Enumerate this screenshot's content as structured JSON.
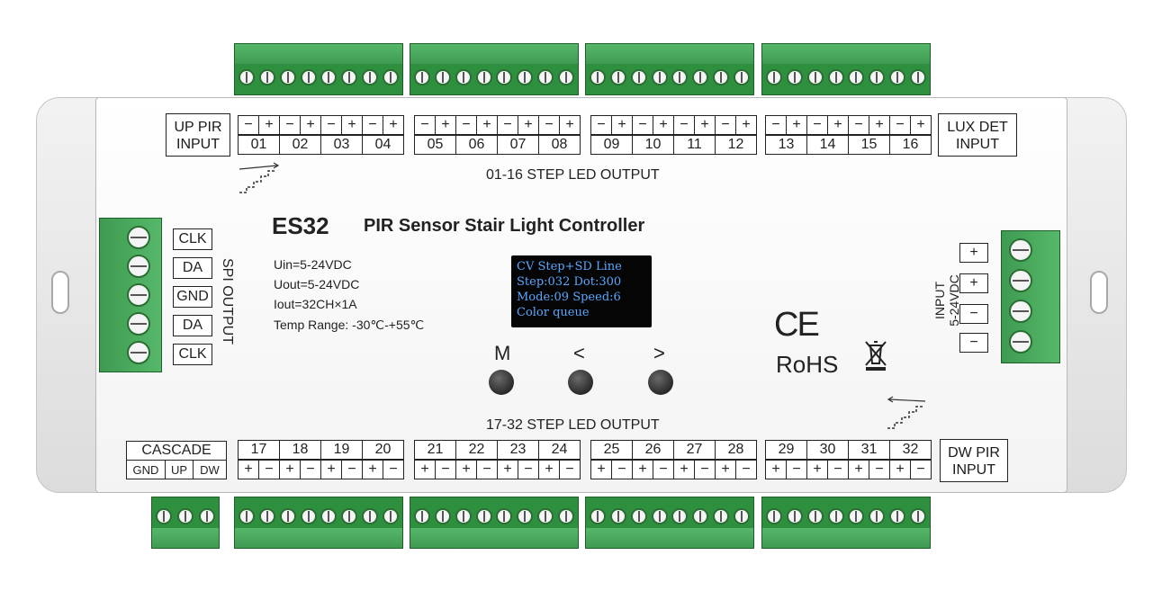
{
  "model": "ES32",
  "product_name": "PIR Sensor Stair Light Controller",
  "up_pir": "UP PIR\nINPUT",
  "lux_det": "LUX DET\nINPUT",
  "dw_pir": "DW PIR\nINPUT",
  "top_output_title": "01-16 STEP LED OUTPUT",
  "bottom_output_title": "17-32 STEP LED OUTPUT",
  "top_channels": [
    "01",
    "02",
    "03",
    "04",
    "05",
    "06",
    "07",
    "08",
    "09",
    "10",
    "11",
    "12",
    "13",
    "14",
    "15",
    "16"
  ],
  "bottom_channels": [
    "17",
    "18",
    "19",
    "20",
    "21",
    "22",
    "23",
    "24",
    "25",
    "26",
    "27",
    "28",
    "29",
    "30",
    "31",
    "32"
  ],
  "polarity": [
    "−",
    "+"
  ],
  "bottom_polarity": [
    "+",
    "−"
  ],
  "specs": [
    "Uin=5-24VDC",
    "Uout=5-24VDC",
    "Iout=32CH×1A",
    "Temp Range: -30℃-+55℃"
  ],
  "spi_title": "SPI OUTPUT",
  "spi_pins": [
    "CLK",
    "DA",
    "GND",
    "DA",
    "CLK"
  ],
  "input_title": "INPUT\n5-24VDC",
  "input_pins": [
    "+",
    "+",
    "−",
    "−"
  ],
  "cascade_title": "CASCADE",
  "cascade_pins": [
    "GND",
    "UP",
    "DW"
  ],
  "oled_lines": [
    "CV Step+SD Line",
    "Step:032 Dot:300",
    "Mode:09  Speed:6",
    "Color queue"
  ],
  "buttons": [
    "M",
    "<",
    ">"
  ],
  "ce_mark": "CE",
  "rohs": "RoHS",
  "colors": {
    "terminal_green": "#3f9a52",
    "oled_text": "#5aa8ff",
    "body": "#f6f6f6"
  }
}
